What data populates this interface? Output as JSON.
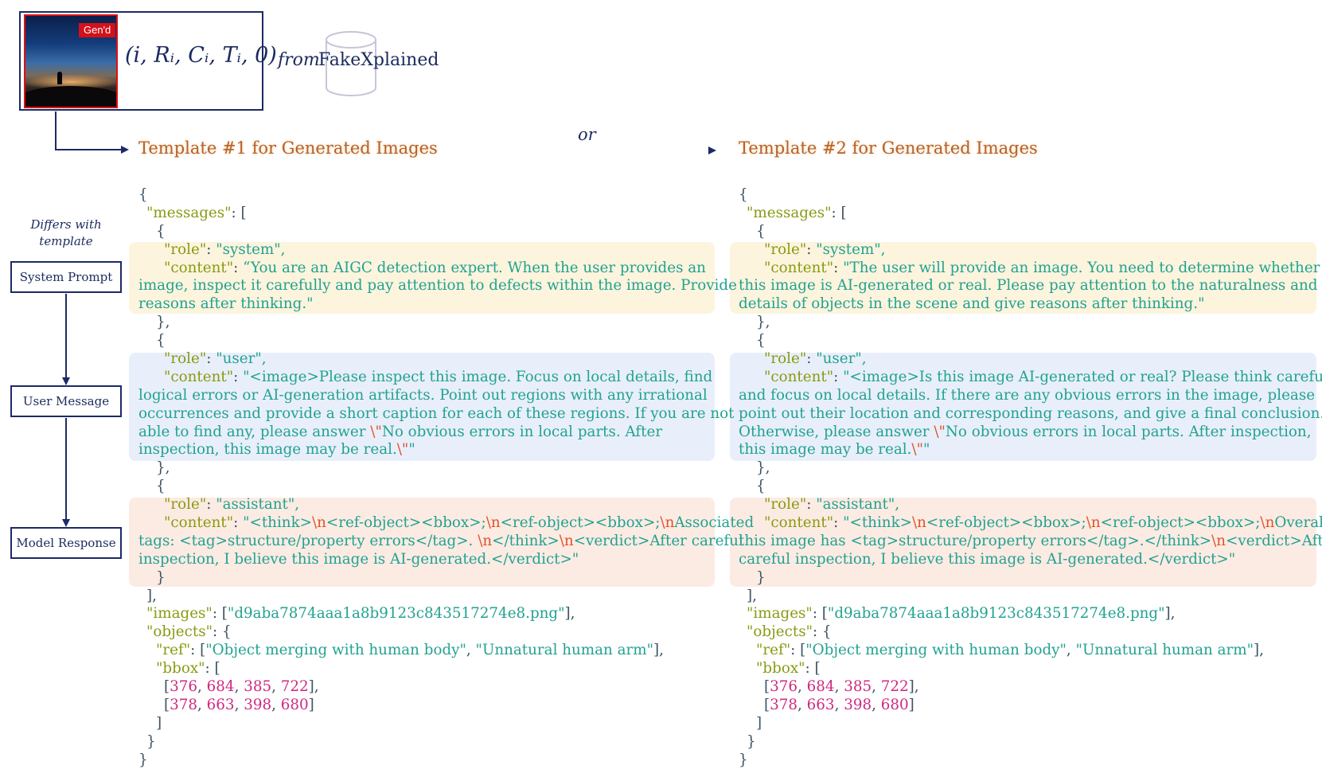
{
  "header": {
    "gen_tag": "Gen'd",
    "tuple": "(i, Rᵢ, Cᵢ, Tᵢ, 0)",
    "from": "from",
    "dataset": "FakeXplained",
    "or": "or"
  },
  "templates": [
    {
      "title": "Template #1 for Generated Images",
      "system_content": [
        "“You are an AIGC detection expert. When the user provides an",
        "image, inspect it carefully and pay attention to defects within the image. Provide",
        "reasons after thinking.\""
      ],
      "user_content": [
        "\"<image>Please inspect this image. Focus on local details, find",
        "logical errors or AI-generation artifacts. Point out regions with any irrational",
        "occurrences and provide a short caption for each of these regions. If you are not",
        "able to find any, please answer ",
        "No obvious errors in local parts. After",
        "inspection, this image may be real.",
        "\""
      ],
      "assistant_lines": [
        "\"<think>",
        "<ref-object><bbox>;",
        "<ref-object><bbox>;",
        "Associated",
        "tags: <tag>structure/property errors</tag>. ",
        "</think>",
        "<verdict>After careful",
        "inspection, I believe this image is AI-generated.</verdict>\""
      ]
    },
    {
      "title": "Template #2 for Generated Images",
      "system_content": [
        "\"The user will provide an image. You need to determine whether",
        "this image is AI-generated or real. Please pay attention to the naturalness and",
        "details of objects in the scene and give reasons after thinking.\""
      ],
      "user_content": [
        "\"<image>Is this image AI-generated or real? Please think carefully",
        "and focus on local details. If there are any obvious errors in the image, please",
        "point out their location and corresponding reasons, and give a final conclusion.",
        "Otherwise, please answer ",
        "No obvious errors in local parts. After inspection,",
        "this image may be real.",
        "\""
      ],
      "assistant_lines": [
        "\"<think>",
        "<ref-object><bbox>;",
        "<ref-object><bbox>;",
        "Overall,",
        "this image has <tag>structure/property errors</tag>.</think>",
        "<verdict>After",
        "careful inspection, I believe this image is AI-generated.</verdict>\""
      ]
    }
  ],
  "json_tokens": {
    "messages_key": "\"messages\"",
    "role_key": "\"role\"",
    "content_key": "\"content\"",
    "images_key": "\"images\"",
    "objects_key": "\"objects\"",
    "ref_key": "\"ref\"",
    "bbox_key": "\"bbox\"",
    "role_system": "\"system\",",
    "role_user": "\"user\",",
    "role_assistant": "\"assistant\",",
    "escape_quote": "\\\"",
    "escape_newline": "\\n",
    "image_file": "\"d9aba7874aaa1a8b9123c843517274e8.png\"",
    "ref_a": "\"Object merging with human body\"",
    "ref_b": "\"Unnatural human arm\"",
    "bbox_1": [
      "376",
      "684",
      "385",
      "722"
    ],
    "bbox_2": [
      "378",
      "663",
      "398",
      "680"
    ]
  },
  "sidebar": {
    "note": [
      "Differs with",
      "template"
    ],
    "stages": [
      "System Prompt",
      "User Message",
      "Model Response"
    ]
  }
}
